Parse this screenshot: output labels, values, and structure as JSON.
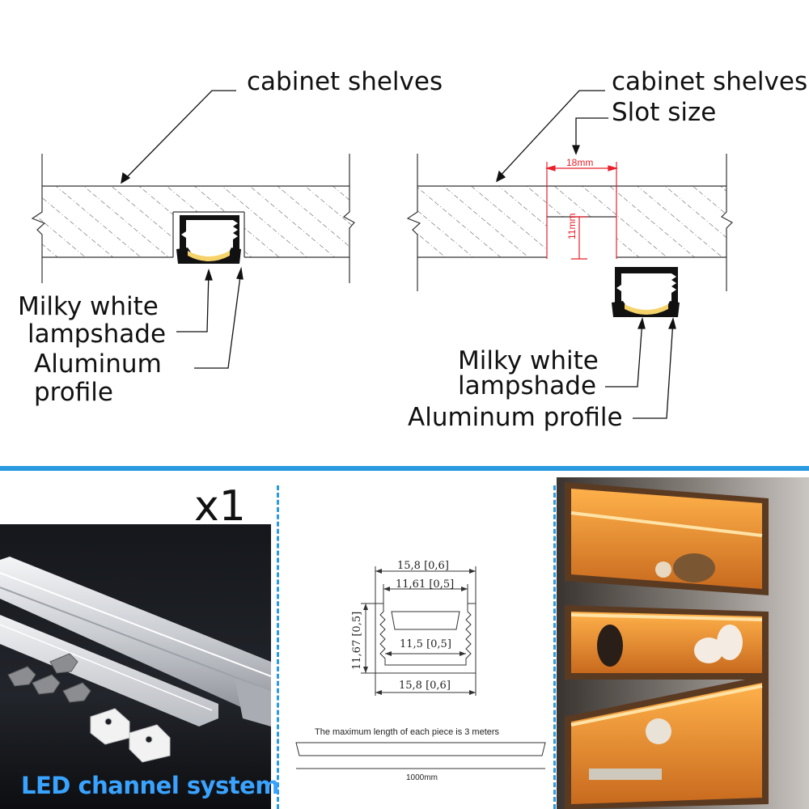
{
  "left_diagram": {
    "shelf_label": "cabinet shelves",
    "lampshade_label_line1": "Milky white",
    "lampshade_label_line2": "lampshade",
    "profile_label_line1": "Aluminum",
    "profile_label_line2": "profile"
  },
  "right_diagram": {
    "shelf_label": "cabinet shelves",
    "slot_label": "Slot size",
    "slot_width": "18mm",
    "slot_depth": "11mm",
    "lampshade_label_line1": "Milky white",
    "lampshade_label_line2": "lampshade",
    "profile_label": "Aluminum profile"
  },
  "product": {
    "quantity": "x1",
    "caption": "LED channel system"
  },
  "drawing": {
    "outer_width": "15,8 [0,6]",
    "inner_width": "11,61 [0,5]",
    "height": "11,67 [0,5]",
    "channel_width": "11,5 [0,5]",
    "bottom_width": "15,8 [0,6]",
    "max_length_note": "The maximum length of each piece is 3 meters",
    "length": "1000mm"
  },
  "colors": {
    "accent_blue": "#2a9be0",
    "caption_blue": "#3aa3ff",
    "dimension_red": "#e8202a",
    "led_yellow": "#f5d36a",
    "shelf_light": "#f39a2c"
  }
}
